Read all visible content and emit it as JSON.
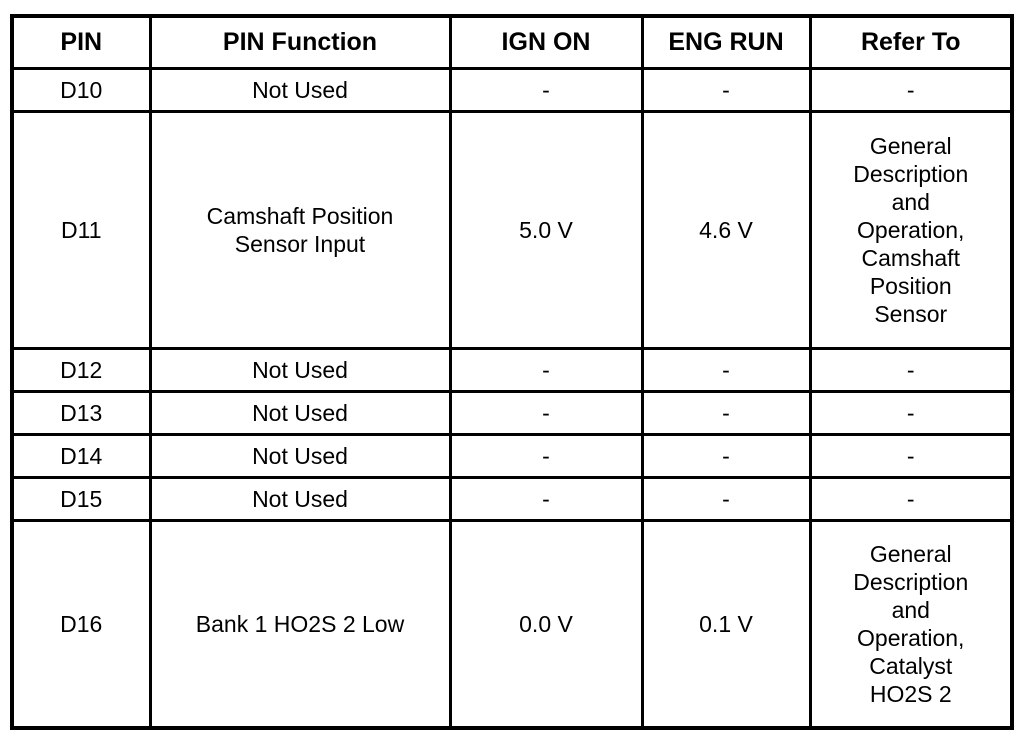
{
  "table": {
    "columns": [
      {
        "key": "pin",
        "label": "PIN"
      },
      {
        "key": "func",
        "label": "PIN Function"
      },
      {
        "key": "ign_on",
        "label": "IGN ON"
      },
      {
        "key": "eng_run",
        "label": "ENG RUN"
      },
      {
        "key": "refer",
        "label": "Refer To"
      }
    ],
    "rows": [
      {
        "pin": "D10",
        "func": "Not Used",
        "ign_on": "-",
        "eng_run": "-",
        "refer": "-"
      },
      {
        "pin": "D11",
        "func": "Camshaft Position\nSensor Input",
        "ign_on": "5.0 V",
        "eng_run": "4.6 V",
        "refer": "General\nDescription\nand\nOperation,\nCamshaft\nPosition\nSensor"
      },
      {
        "pin": "D12",
        "func": "Not Used",
        "ign_on": "-",
        "eng_run": "-",
        "refer": "-"
      },
      {
        "pin": "D13",
        "func": "Not Used",
        "ign_on": "-",
        "eng_run": "-",
        "refer": "-"
      },
      {
        "pin": "D14",
        "func": "Not Used",
        "ign_on": "-",
        "eng_run": "-",
        "refer": "-"
      },
      {
        "pin": "D15",
        "func": "Not Used",
        "ign_on": "-",
        "eng_run": "-",
        "refer": "-"
      },
      {
        "pin": "D16",
        "func": "Bank 1 HO2S 2 Low",
        "ign_on": "0.0 V",
        "eng_run": "0.1 V",
        "refer": "General\nDescription\nand\nOperation,\nCatalyst\nHO2S 2"
      }
    ]
  },
  "colors": {
    "border": "#000000",
    "text": "#000000",
    "background": "#ffffff"
  }
}
